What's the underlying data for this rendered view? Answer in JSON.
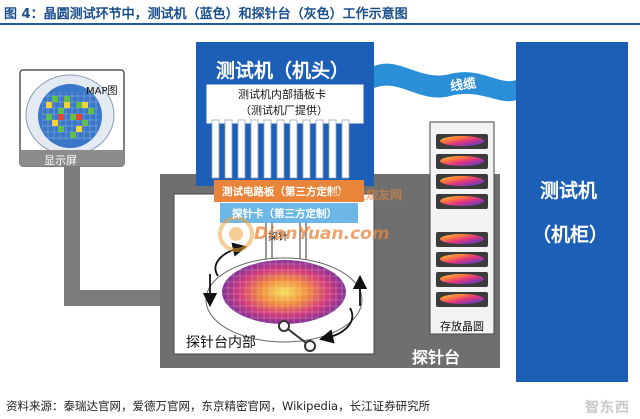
{
  "title": "图 4：晶圆测试环节中，测试机（蓝色）和探针台（灰色）工作示意图",
  "source": "资料来源：泰瑞达官网，爱德万官网，东京精密官网，Wikipedia，长江证券研究所",
  "colors": {
    "tester_blue": "#1d5fb6",
    "prober_gray": "#6f6f6f",
    "cable_blue": "#2a8fd6",
    "load_board": "#e8853a",
    "probe_card": "#6cb7e6",
    "title_blue": "#1b4f8c"
  },
  "labels": {
    "tester_head": "测试机（机头）",
    "tester_cabinet_line1": "测试机",
    "tester_cabinet_line2": "（机柜）",
    "cable": "线缆",
    "interface_board_line1": "测试机内部插板卡",
    "interface_board_line2": "（测试机厂提供）",
    "load_board": "测试电路板（第三方定制）",
    "probe_card": "探针卡（第三方定制）",
    "probe_needle": "探针",
    "prober_inner": "探针台内部",
    "prober": "探针台",
    "wafer_storage": "存放晶圆",
    "display": "显示屏",
    "map": "MAP图"
  },
  "watermark": {
    "site_cn": "电子发烧友网",
    "site_en": "DianYuan.com",
    "corner": "智东西"
  },
  "icons": [
    "monitor-icon",
    "wafer-map-icon",
    "wafer-icon",
    "rotation-arrow-icon",
    "cable-icon"
  ]
}
